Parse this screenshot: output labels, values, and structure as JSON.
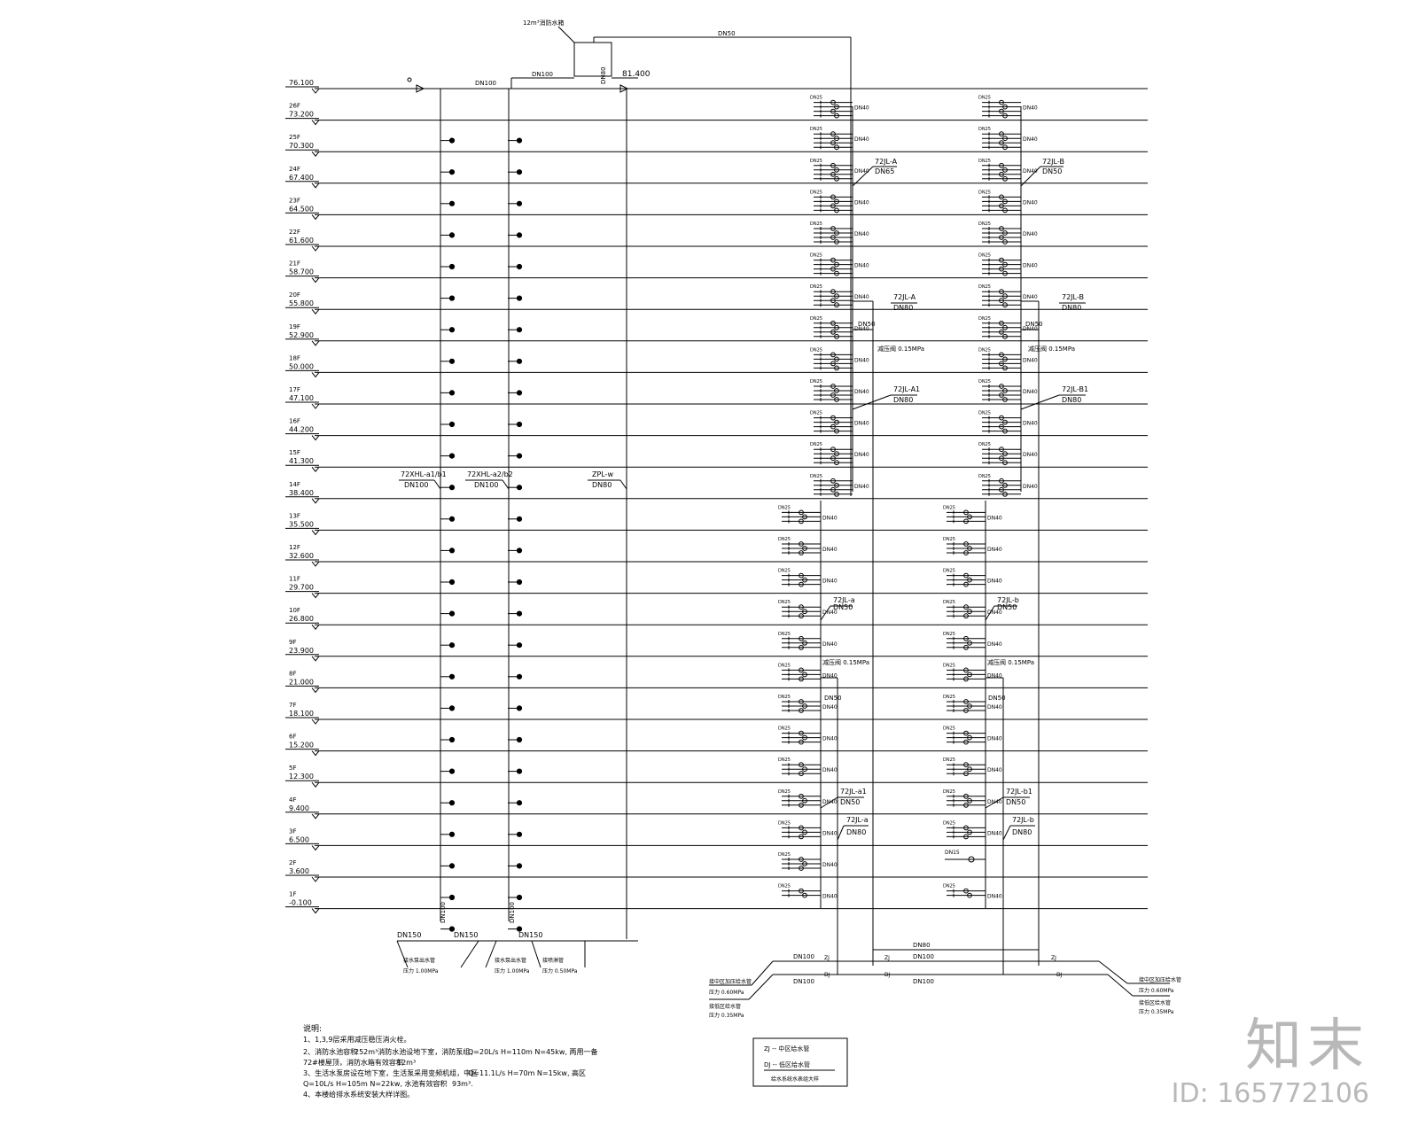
{
  "floors": [
    {
      "level": "",
      "elev": "76.100"
    },
    {
      "level": "26F",
      "elev": "73.200"
    },
    {
      "level": "25F",
      "elev": "70.300"
    },
    {
      "level": "24F",
      "elev": "67.400"
    },
    {
      "level": "23F",
      "elev": "64.500"
    },
    {
      "level": "22F",
      "elev": "61.600"
    },
    {
      "level": "21F",
      "elev": "58.700"
    },
    {
      "level": "20F",
      "elev": "55.800"
    },
    {
      "level": "19F",
      "elev": "52.900"
    },
    {
      "level": "18F",
      "elev": "50.000"
    },
    {
      "level": "17F",
      "elev": "47.100"
    },
    {
      "level": "16F",
      "elev": "44.200"
    },
    {
      "level": "15F",
      "elev": "41.300"
    },
    {
      "level": "14F",
      "elev": "38.400"
    },
    {
      "level": "13F",
      "elev": "35.500"
    },
    {
      "level": "12F",
      "elev": "32.600"
    },
    {
      "level": "11F",
      "elev": "29.700"
    },
    {
      "level": "10F",
      "elev": "26.800"
    },
    {
      "level": "9F",
      "elev": "23.900"
    },
    {
      "level": "8F",
      "elev": "21.000"
    },
    {
      "level": "7F",
      "elev": "18.100"
    },
    {
      "level": "6F",
      "elev": "15.200"
    },
    {
      "level": "5F",
      "elev": "12.300"
    },
    {
      "level": "4F",
      "elev": "9.400"
    },
    {
      "level": "3F",
      "elev": "6.500"
    },
    {
      "level": "2F",
      "elev": "3.600"
    },
    {
      "level": "1F",
      "elev": "-0.100"
    }
  ],
  "roof": {
    "tank_label": "12m³消防水箱",
    "roof_elev": "81.400",
    "pipe_dn50": "DN50",
    "pipe_dn100": "DN100",
    "pipe_dn100_b": "DN100",
    "pipe_dn80": "DN80"
  },
  "risers": {
    "r1_label": "72XHL-a1/b1",
    "r1_dn": "DN100",
    "r2_label": "72XHL-a2/b2",
    "r2_dn": "DN100",
    "r3_label": "ZPL-w",
    "r3_dn": "DN80"
  },
  "hydrant_bottom": {
    "dn150_a": "DN150",
    "dn150_b": "DN150",
    "dn150_c": "DN150",
    "dn100_a": "DN100",
    "dn100_b": "DN100",
    "pump_a": "接水泵出水管",
    "press_a": "压力 1.00MPa",
    "pump_b": "接水泵出水管",
    "press_b": "压力 1.00MPa",
    "pump_c": "接喷淋管",
    "press_c": "压力 0.50MPa"
  },
  "supply": {
    "dn40": "DN40",
    "dn25": "DN25",
    "dn15": "DN15",
    "hi_a_label": "72JL-A",
    "hi_a_dn": "DN65",
    "hi_b_label": "72JL-B",
    "hi_b_dn": "DN50",
    "mid_a_label": "72JL-A",
    "mid_a_dn": "DN80",
    "mid_b_label": "72JL-B",
    "mid_b_dn": "DN80",
    "mid_a1_label": "72JL-A1",
    "mid_a1_dn": "DN80",
    "mid_b1_label": "72JL-B1",
    "mid_b1_dn": "DN80",
    "valve_dn50": "DN50",
    "prv_a": "减压阀 0.15MPa",
    "prv_b": "减压阀 0.15MPa",
    "lo_a_label": "72JL-a",
    "lo_a_dn": "DN50",
    "lo_b_label": "72JL-b",
    "lo_b_dn": "DN50",
    "prv_c": "减压阀 0.15MPa",
    "prv_d": "减压阀 0.15MPa",
    "lo_a1_label": "72JL-a1",
    "lo_a1_dn": "DN50",
    "lo_b1_label": "72JL-b1",
    "lo_b1_dn": "DN50",
    "lo_a2_label": "72JL-a",
    "lo_a2_dn": "DN80",
    "lo_b2_label": "72JL-b",
    "lo_b2_dn": "DN80"
  },
  "mains": {
    "zj_dn": "DN100",
    "dj_dn": "DN100",
    "top_dn80": "DN80",
    "zj_dn_r": "DN100",
    "dj_dn_r": "DN100",
    "zj": "ZJ",
    "dj": "DJ",
    "left_a": "接中区加压给水管",
    "left_a_p": "压力 0.60MPa",
    "left_b": "接低区给水管",
    "left_b_p": "压力 0.35MPa",
    "right_a": "接中区加压给水管",
    "right_a_p": "压力 0.60MPa",
    "right_b": "接低区给水管",
    "right_b_p": "压力 0.35MPa"
  },
  "notes": {
    "title": "说明:",
    "n1": "1、1,3,9层采用减压稳压消火栓。",
    "n2a": "2、消防水池容积",
    "n2b": "252m³消防水池设地下室，消防泵组:",
    "n2c": "Q=20L/s H=110m N=45kw, 两用一备",
    "n3a": "72#楼屋顶，消防水箱有效容积",
    "n3b": "12m³",
    "n4a": "3、生活水泵房设在地下室，生活泵采用变频机组，中区",
    "n4b": "Q=11.1L/s H=70m N=15kw, 高区",
    "n5a": "Q=10L/s H=105m N=22kw, 水池有效容积",
    "n5b": "93m³.",
    "n6": "4、本楼给排水系统安装大样详图。"
  },
  "legend": {
    "item1": "ZJ -- 中区给水管",
    "item2": "DJ -- 低区给水管",
    "caption": "给水系统水表组大样"
  },
  "watermark": {
    "logo": "知末",
    "id": "ID: 165772106"
  }
}
